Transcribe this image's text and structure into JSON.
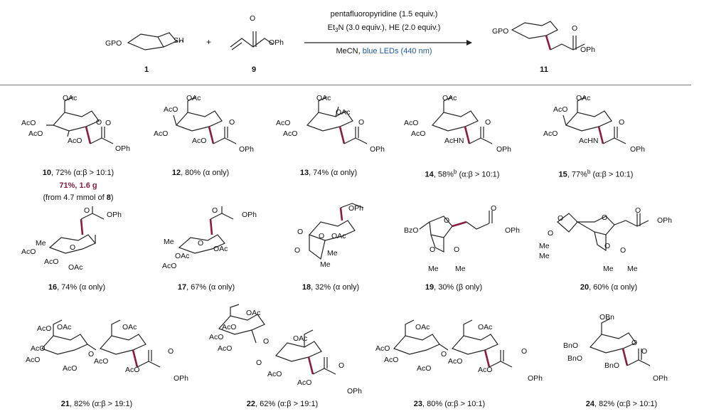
{
  "scheme": {
    "reactant1": {
      "group": "GPO",
      "thiol": "SH",
      "number": "1"
    },
    "plus": "+",
    "reactant2": {
      "ester": "OPh",
      "carbonyl_o": "O",
      "number": "9"
    },
    "conditions": {
      "line1": "pentafluoropyridine (1.5 equiv.)",
      "line2_pre": "Et",
      "line2_sub": "3",
      "line2_post": "N (3.0 equiv.), HE (2.0 equiv.)",
      "line3_pre": "MeCN, ",
      "line3_blue": "blue LEDs (440 nm)"
    },
    "product": {
      "group": "GPO",
      "ester": "OPh",
      "carbonyl_o": "O",
      "number": "11"
    }
  },
  "compounds": [
    {
      "num": "10",
      "text": ", 72% (α:β > 10:1)",
      "extra_red": "71%, 1.6 g",
      "extra_note_pre": "(from 4.7 mmol of ",
      "extra_note_num": "8",
      "extra_note_post": ")"
    },
    {
      "num": "12",
      "text": ", 80% (α only)"
    },
    {
      "num": "13",
      "text": ", 74% (α only)"
    },
    {
      "num": "14",
      "text_pre": ", 58%",
      "sup": "b",
      "text": " (α:β > 10:1)"
    },
    {
      "num": "15",
      "text_pre": ", 77%",
      "sup": "b",
      "text": " (α:β > 10:1)"
    },
    {
      "num": "16",
      "text": ", 74% (α only)"
    },
    {
      "num": "17",
      "text": ", 67% (α only)"
    },
    {
      "num": "18",
      "text": ", 32% (α only)"
    },
    {
      "num": "19",
      "text": ", 30% (β only)"
    },
    {
      "num": "20",
      "text": ", 60% (α only)"
    },
    {
      "num": "21",
      "text": ", 82% (α:β > 19:1)"
    },
    {
      "num": "22",
      "text": ", 62% (α:β > 19:1)"
    },
    {
      "num": "23",
      "text": ", 80% (α:β > 10:1)"
    },
    {
      "num": "24",
      "text": ", 82% (α:β > 10:1)"
    }
  ],
  "labels": {
    "OAc": "OAc",
    "AcO": "AcO",
    "OPh": "OPh",
    "O": "O",
    "AcHN": "AcHN",
    "Me": "Me",
    "BzO": "BzO",
    "OBn": "OBn",
    "BnO": "BnO"
  }
}
